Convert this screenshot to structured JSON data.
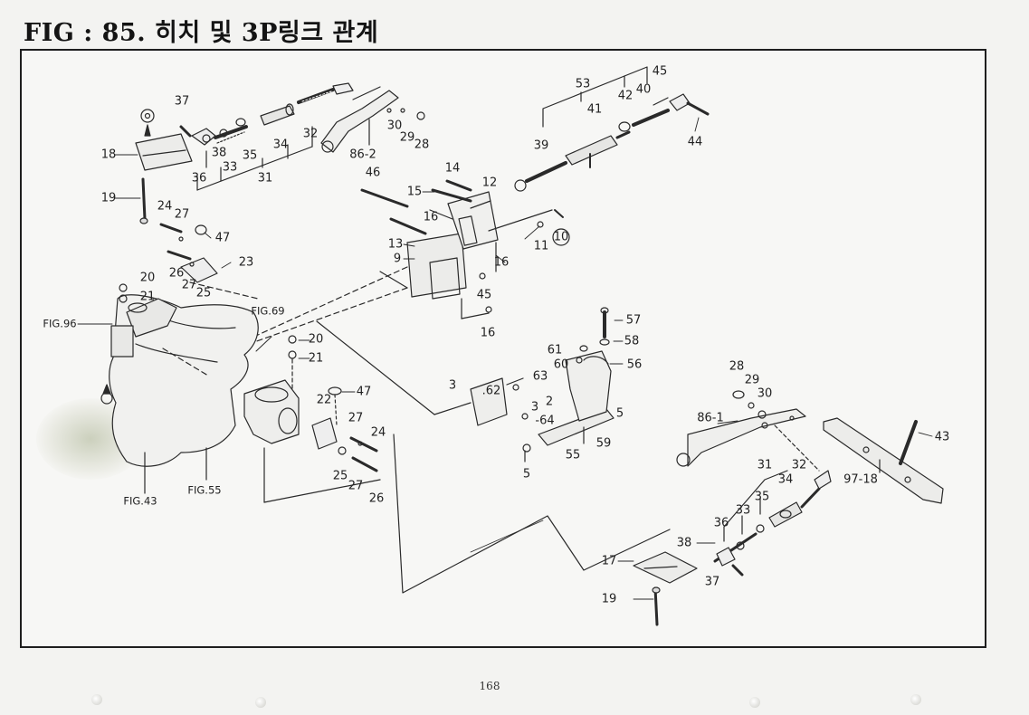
{
  "page": {
    "title": "FIG : 85.  히치 및 3P링크 관계",
    "page_number": "168"
  },
  "callouts": [
    {
      "id": "c37a",
      "text": "37"
    },
    {
      "id": "c18",
      "text": "18"
    },
    {
      "id": "c19a",
      "text": "19"
    },
    {
      "id": "c38a",
      "text": "38"
    },
    {
      "id": "c33a",
      "text": "33"
    },
    {
      "id": "c36a",
      "text": "36"
    },
    {
      "id": "c35a",
      "text": "35"
    },
    {
      "id": "c34a",
      "text": "34"
    },
    {
      "id": "c32a",
      "text": "32"
    },
    {
      "id": "c31a",
      "text": "31"
    },
    {
      "id": "c86_2",
      "text": "86-2"
    },
    {
      "id": "c30a",
      "text": "30"
    },
    {
      "id": "c29a",
      "text": "29"
    },
    {
      "id": "c28a",
      "text": "28"
    },
    {
      "id": "c53",
      "text": "53"
    },
    {
      "id": "c45a",
      "text": "45"
    },
    {
      "id": "c42",
      "text": "42"
    },
    {
      "id": "c40",
      "text": "40"
    },
    {
      "id": "c41",
      "text": "41"
    },
    {
      "id": "c39",
      "text": "39"
    },
    {
      "id": "c44",
      "text": "44"
    },
    {
      "id": "c14",
      "text": "14"
    },
    {
      "id": "c12",
      "text": "12"
    },
    {
      "id": "c15",
      "text": "15"
    },
    {
      "id": "c46",
      "text": "46"
    },
    {
      "id": "c16a",
      "text": "16"
    },
    {
      "id": "c11",
      "text": "11"
    },
    {
      "id": "c10",
      "text": "10"
    },
    {
      "id": "c13",
      "text": "13"
    },
    {
      "id": "c9",
      "text": "9"
    },
    {
      "id": "c16b",
      "text": "16"
    },
    {
      "id": "c45b",
      "text": "45"
    },
    {
      "id": "c16c",
      "text": "16"
    },
    {
      "id": "c24a",
      "text": "24"
    },
    {
      "id": "c27a",
      "text": "27"
    },
    {
      "id": "c47a",
      "text": "47"
    },
    {
      "id": "c23",
      "text": "23"
    },
    {
      "id": "c26a",
      "text": "26"
    },
    {
      "id": "c27b",
      "text": "27"
    },
    {
      "id": "c25a",
      "text": "25"
    },
    {
      "id": "c20a",
      "text": "20"
    },
    {
      "id": "c21a",
      "text": "21"
    },
    {
      "id": "fig96",
      "text": "FIG.96",
      "ref": true
    },
    {
      "id": "fig69",
      "text": "FIG.69",
      "ref": true
    },
    {
      "id": "c20b",
      "text": "20"
    },
    {
      "id": "c21b",
      "text": "21"
    },
    {
      "id": "c22",
      "text": "22"
    },
    {
      "id": "c47b",
      "text": "47"
    },
    {
      "id": "c27c",
      "text": "27"
    },
    {
      "id": "c24b",
      "text": "24"
    },
    {
      "id": "c25b",
      "text": "25"
    },
    {
      "id": "c27d",
      "text": "27"
    },
    {
      "id": "c26b",
      "text": "26"
    },
    {
      "id": "fig43",
      "text": "FIG.43",
      "ref": true
    },
    {
      "id": "fig55",
      "text": "FIG.55",
      "ref": true
    },
    {
      "id": "c57",
      "text": "57"
    },
    {
      "id": "c58",
      "text": "58"
    },
    {
      "id": "c61",
      "text": "61"
    },
    {
      "id": "c60",
      "text": "60"
    },
    {
      "id": "c56",
      "text": "56"
    },
    {
      "id": "c63",
      "text": "63"
    },
    {
      "id": "c3a",
      "text": "3"
    },
    {
      "id": "c62",
      "text": ".62"
    },
    {
      "id": "c3b",
      "text": "3"
    },
    {
      "id": "c2",
      "text": "2"
    },
    {
      "id": "c64",
      "text": "-64"
    },
    {
      "id": "c5a",
      "text": "5"
    },
    {
      "id": "c59",
      "text": "59"
    },
    {
      "id": "c55",
      "text": "55"
    },
    {
      "id": "c5b",
      "text": "5"
    },
    {
      "id": "c28b",
      "text": "28"
    },
    {
      "id": "c29b",
      "text": "29"
    },
    {
      "id": "c30b",
      "text": "30"
    },
    {
      "id": "c86_1",
      "text": "86-1"
    },
    {
      "id": "c43",
      "text": "43"
    },
    {
      "id": "c97_18",
      "text": "97-18"
    },
    {
      "id": "c31b",
      "text": "31"
    },
    {
      "id": "c32b",
      "text": "32"
    },
    {
      "id": "c34b",
      "text": "34"
    },
    {
      "id": "c35b",
      "text": "35"
    },
    {
      "id": "c36b",
      "text": "36"
    },
    {
      "id": "c33b",
      "text": "33"
    },
    {
      "id": "c38b",
      "text": "38"
    },
    {
      "id": "c17",
      "text": "17"
    },
    {
      "id": "c37b",
      "text": "37"
    },
    {
      "id": "c19b",
      "text": "19"
    }
  ]
}
